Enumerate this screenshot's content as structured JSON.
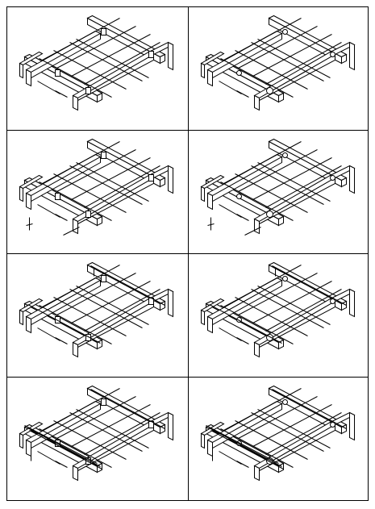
{
  "figure": {
    "grid": {
      "rows": 4,
      "columns": 2
    },
    "panels": [
      {
        "id": "r1-left",
        "variant": "plain-rail",
        "edge_clips": "square"
      },
      {
        "id": "r1-right",
        "variant": "plain-rail",
        "edge_clips": "round"
      },
      {
        "id": "r2-left",
        "variant": "hanger-rod",
        "edge_clips": "square"
      },
      {
        "id": "r2-right",
        "variant": "hanger-rod",
        "edge_clips": "round"
      },
      {
        "id": "r3-left",
        "variant": "slotted-rail",
        "edge_clips": "square"
      },
      {
        "id": "r3-right",
        "variant": "slotted-rail",
        "edge_clips": "round"
      },
      {
        "id": "r4-left",
        "variant": "double-slotted",
        "edge_clips": "square"
      },
      {
        "id": "r4-right",
        "variant": "double-slotted",
        "edge_clips": "round"
      }
    ],
    "colors": {
      "line": "#000000",
      "background": "#ffffff"
    }
  }
}
